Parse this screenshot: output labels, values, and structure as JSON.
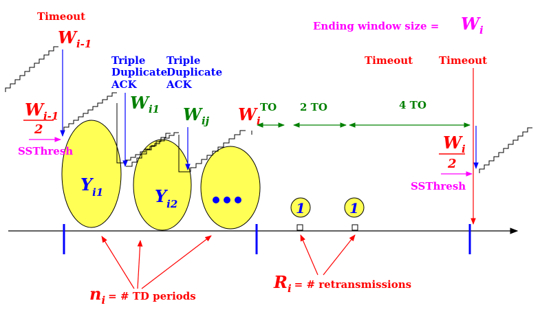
{
  "colors": {
    "red": "#ff0000",
    "blue": "#0000ff",
    "green": "#008000",
    "magenta": "#ff00ff",
    "yellow": "#ffff55",
    "black": "#000000"
  },
  "header": {
    "ending_label": "Ending window size =",
    "ending_W": "W",
    "ending_sub": "i"
  },
  "timeouts": {
    "left": "Timeout",
    "mid": "Timeout",
    "right": "Timeout"
  },
  "window_labels": {
    "w_prev": {
      "main": "W",
      "sub": "i-1"
    },
    "w_i1": {
      "main": "W",
      "sub": "i1"
    },
    "w_ij": {
      "main": "W",
      "sub": "ij"
    },
    "w_i": {
      "main": "W",
      "sub": "i"
    }
  },
  "triple_dup_1": [
    "Triple",
    "Duplicate",
    "ACK"
  ],
  "triple_dup_2": [
    "Triple",
    "Duplicate",
    "ACK"
  ],
  "ssthresh_left": {
    "num_main": "W",
    "num_sub": "i-1",
    "den": "2",
    "label": "SSThresh"
  },
  "ssthresh_right": {
    "num_main": "W",
    "num_sub": "i",
    "den": "2",
    "label": "SSThresh"
  },
  "ellipses": {
    "y1": {
      "main": "Y",
      "sub": "i1"
    },
    "y2": {
      "main": "Y",
      "sub": "i2"
    }
  },
  "timeout_intervals": {
    "to1": "TO",
    "to2": "2 TO",
    "to4": "4 TO"
  },
  "retransmission_circles": [
    "1",
    "1"
  ],
  "bottom": {
    "n_main": "n",
    "n_sub": "i",
    "n_text": "= # TD periods",
    "r_main": "R",
    "r_sub": "i",
    "r_text": "= # retransmissions"
  }
}
